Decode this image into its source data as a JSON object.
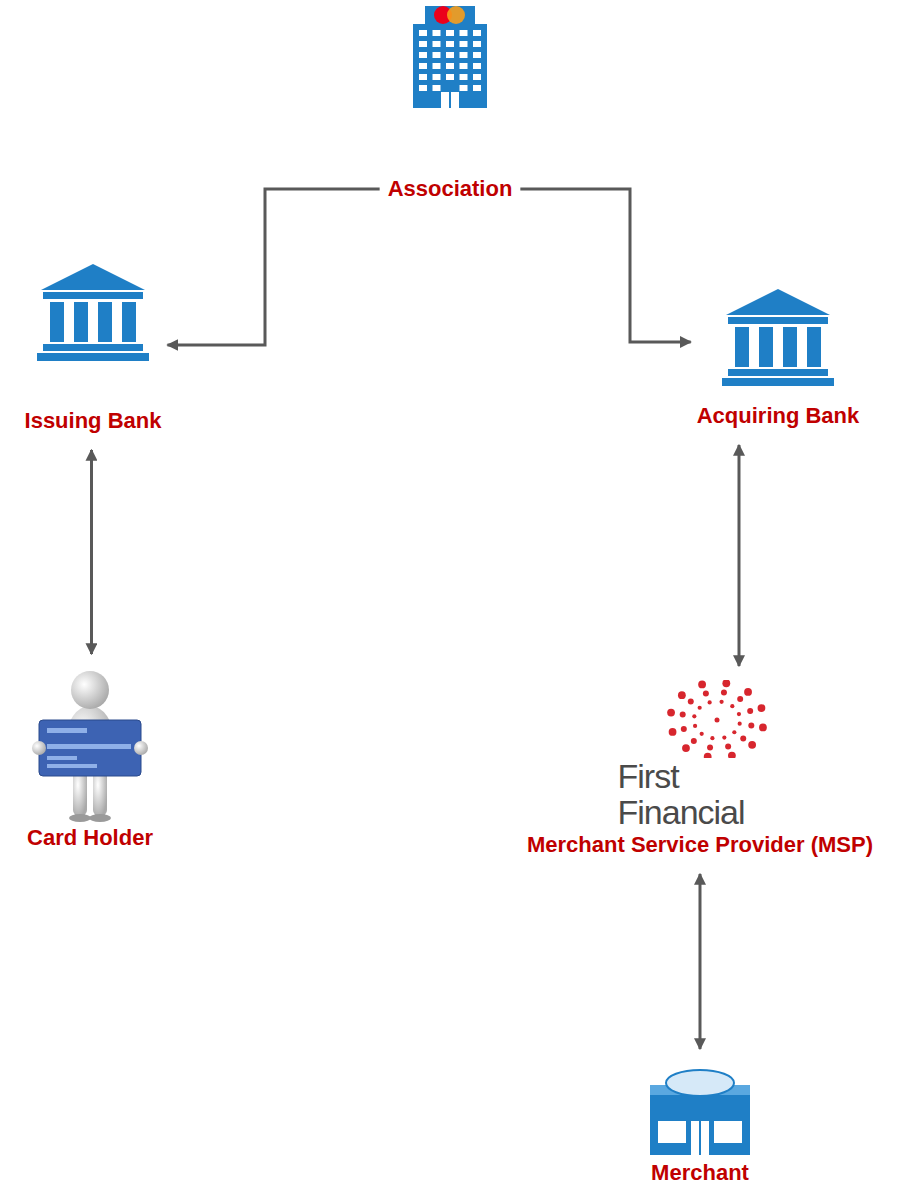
{
  "diagram": {
    "nodes": [
      {
        "text": [
          "Association"
        ]
      },
      {
        "text": [
          "Issuing Bank"
        ]
      },
      {
        "text": [
          "Acquiring Bank"
        ]
      },
      {
        "text": [
          "Card Holder"
        ]
      },
      {
        "text": [
          "First Financial",
          "Merchant Service Provider (MSP)"
        ]
      },
      {
        "text": [
          "Merchant"
        ]
      }
    ],
    "edges": [
      {
        "from": 0,
        "to": 1,
        "arrow": "to"
      },
      {
        "from": 0,
        "to": 2,
        "arrow": "to"
      },
      {
        "from": 1,
        "to": 3,
        "arrow": "both"
      },
      {
        "from": 2,
        "to": 4,
        "arrow": "both"
      },
      {
        "from": 4,
        "to": 5,
        "arrow": "both"
      }
    ]
  }
}
